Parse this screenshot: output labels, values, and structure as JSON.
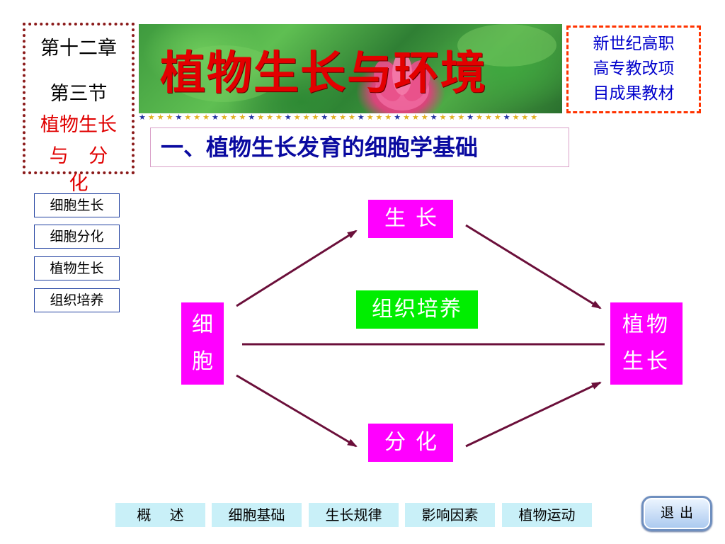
{
  "chapter": {
    "chapter_label": "第十二章",
    "section_label": "第三节",
    "topic_line1": "植物生长",
    "topic_line2": "与 分 化"
  },
  "banner": {
    "title": "植物生长与环境"
  },
  "series": {
    "line1": "新世纪高职",
    "line2": "高专教改项",
    "line3": "目成果教材"
  },
  "heading": {
    "text": "一、植物生长发育的细胞学基础"
  },
  "side_nav": {
    "items": [
      {
        "label": "细胞生长"
      },
      {
        "label": "细胞分化"
      },
      {
        "label": "植物生长"
      },
      {
        "label": "组织培养"
      }
    ]
  },
  "diagram": {
    "cell": {
      "line1": "细",
      "line2": "胞"
    },
    "growth": "生长",
    "differentiation": "分化",
    "tissue_culture": "组织培养",
    "plant_growth": {
      "line1": "植物",
      "line2": "生长"
    },
    "arrow_color": "#6b0f3a",
    "node_color": "#ff00ff",
    "tissue_color": "#00ee00"
  },
  "bottom_nav": {
    "items": [
      {
        "label": "概　 述"
      },
      {
        "label": "细胞基础"
      },
      {
        "label": "生长规律"
      },
      {
        "label": "影响因素"
      },
      {
        "label": "植物运动"
      }
    ]
  },
  "exit": {
    "label": "退出"
  }
}
